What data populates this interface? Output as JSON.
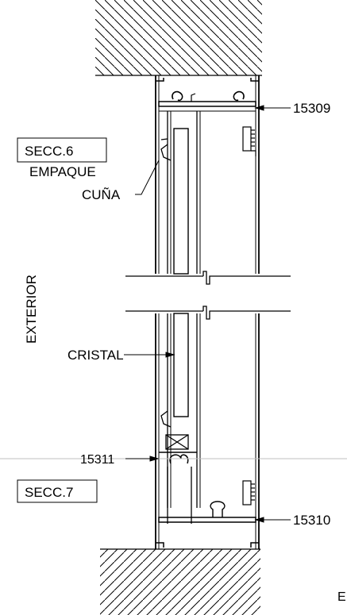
{
  "labels": {
    "part_top": "15309",
    "section_top": "SECC.6",
    "seal": "EMPAQUE",
    "wedge": "CUÑA",
    "side": "EXTERIOR",
    "glass": "CRISTAL",
    "part_mid": "15311",
    "section_bottom": "SECC.7",
    "part_bottom": "15310",
    "corner_fragment": "E"
  },
  "colors": {
    "line": "#000000",
    "leader_light": "#bfbfbf",
    "background": "#ffffff"
  }
}
